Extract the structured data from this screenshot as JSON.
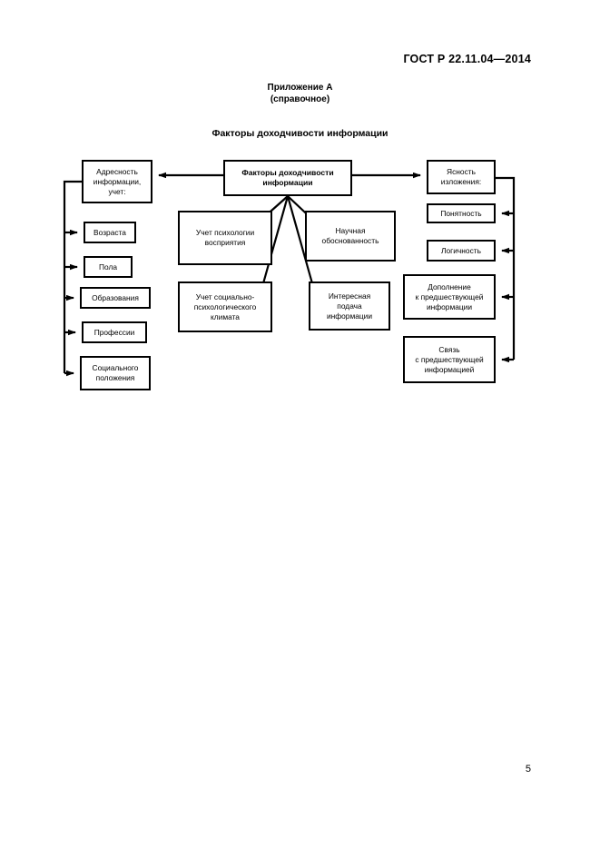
{
  "document": {
    "standard_header": "ГОСТ Р 22.11.04—2014",
    "appendix_line1": "Приложение А",
    "appendix_line2": "(справочное)",
    "figure_title": "Факторы доходчивости информации",
    "page_number": "5"
  },
  "diagram": {
    "type": "flowchart",
    "center": {
      "id": "center",
      "label": "Факторы доходчивости информации",
      "lines": [
        "Факторы доходчивости",
        "информации"
      ]
    },
    "left_branch": {
      "head": {
        "id": "address",
        "lines": [
          "Адресность",
          "информации,",
          "учет:"
        ]
      },
      "items": [
        {
          "id": "age",
          "lines": [
            "Возраста"
          ]
        },
        {
          "id": "sex",
          "lines": [
            "Пола"
          ]
        },
        {
          "id": "education",
          "lines": [
            "Образования"
          ]
        },
        {
          "id": "profession",
          "lines": [
            "Профессии"
          ]
        },
        {
          "id": "social",
          "lines": [
            "Социального",
            "положения"
          ]
        }
      ]
    },
    "middle_branch": {
      "items": [
        {
          "id": "psych",
          "lines": [
            "Учет психологии",
            "восприятия"
          ]
        },
        {
          "id": "science",
          "lines": [
            "Научная",
            "обоснованность"
          ]
        },
        {
          "id": "climate",
          "lines": [
            "Учет социально-",
            "психологического",
            "климата"
          ]
        },
        {
          "id": "interest",
          "lines": [
            "Интересная",
            "подача",
            "информации"
          ]
        }
      ]
    },
    "right_branch": {
      "head": {
        "id": "clarity",
        "lines": [
          "Ясность",
          "изложения:"
        ]
      },
      "items": [
        {
          "id": "clear",
          "lines": [
            "Понятность"
          ]
        },
        {
          "id": "logic",
          "lines": [
            "Логичность"
          ]
        },
        {
          "id": "addition",
          "lines": [
            "Дополнение",
            "к предшествующей",
            "информации"
          ]
        },
        {
          "id": "link",
          "lines": [
            "Связь",
            "с предшествующей",
            "информацией"
          ]
        }
      ]
    },
    "colors": {
      "stroke": "#000000",
      "fill": "#ffffff",
      "text": "#000000",
      "page_background": "#ffffff"
    }
  }
}
